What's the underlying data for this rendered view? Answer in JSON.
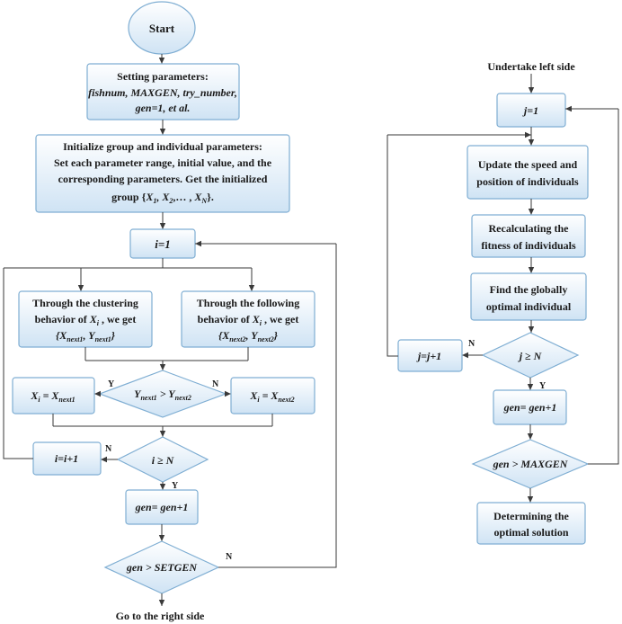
{
  "left": {
    "start": "Start",
    "setting_title": "Setting parameters:",
    "setting_line1": "fishnum, MAXGEN, try_number,",
    "setting_line2": "gen=1, et al.",
    "init_line1": "Initialize group and individual parameters:",
    "init_line2": "Set each parameter range, initial value, and the",
    "init_line3": "corresponding parameters. Get the initialized",
    "init_line4_text": "group {",
    "init_x1": "X",
    "init_x1_sub": "1",
    "init_x2": ", X",
    "init_x2_sub": "2",
    "init_dots": ",… ,",
    "init_xn": "X",
    "init_xn_sub": "N",
    "init_end": "}.",
    "i_init": "i=1",
    "cluster_line1": "Through the clustering",
    "cluster_line2_pre": "behavior of ",
    "cluster_line2_var": "X",
    "cluster_line2_sub": "i",
    "cluster_line2_post": " , we get",
    "cluster_line3": "{X",
    "cluster_line3_sub1": "next1",
    "cluster_line3_mid": ", Y",
    "cluster_line3_sub2": "next1",
    "cluster_line3_end": "}",
    "follow_line1": "Through the following",
    "follow_line2_pre": "behavior of ",
    "follow_line2_var": "X",
    "follow_line2_sub": "i",
    "follow_line2_post": " , we get",
    "follow_line3": "{X",
    "follow_line3_sub1": "next2",
    "follow_line3_mid": ", Y",
    "follow_line3_sub2": "next2",
    "follow_line3_end": "}",
    "compare_y1": "Y",
    "compare_y1_sub": "next1",
    "compare_op": " > Y",
    "compare_y2_sub": "next2",
    "assign1_x": "X",
    "assign1_sub": "i",
    "assign1_eq": " = X",
    "assign1_rhs_sub": "next1",
    "assign2_x": "X",
    "assign2_sub": "i",
    "assign2_eq": " = X",
    "assign2_rhs_sub": "next2",
    "i_cond": "i ≥ N",
    "i_inc": "i=i+1",
    "gen_inc": "gen= gen+1",
    "gen_cond": "gen > SETGEN",
    "goto_right": "Go to the right side",
    "yes": "Y",
    "no": "N"
  },
  "right": {
    "undertake": "Undertake left side",
    "j_init": "j=1",
    "update_line1": "Update the speed and",
    "update_line2": "position of individuals",
    "recalc_line1": "Recalculating the",
    "recalc_line2": "fitness of individuals",
    "find_line1": "Find the globally",
    "find_line2": "optimal individual",
    "j_cond": "j ≥ N",
    "j_inc": "j=j+1",
    "gen_inc": "gen= gen+1",
    "gen_cond": "gen > MAXGEN",
    "determine_line1": "Determining the",
    "determine_line2": "optimal solution",
    "yes": "Y",
    "no": "N"
  },
  "colors": {
    "box_top": "#ffffff",
    "box_bottom": "#cfe3f4",
    "border": "#7faed3",
    "line": "#3a3a3a"
  }
}
